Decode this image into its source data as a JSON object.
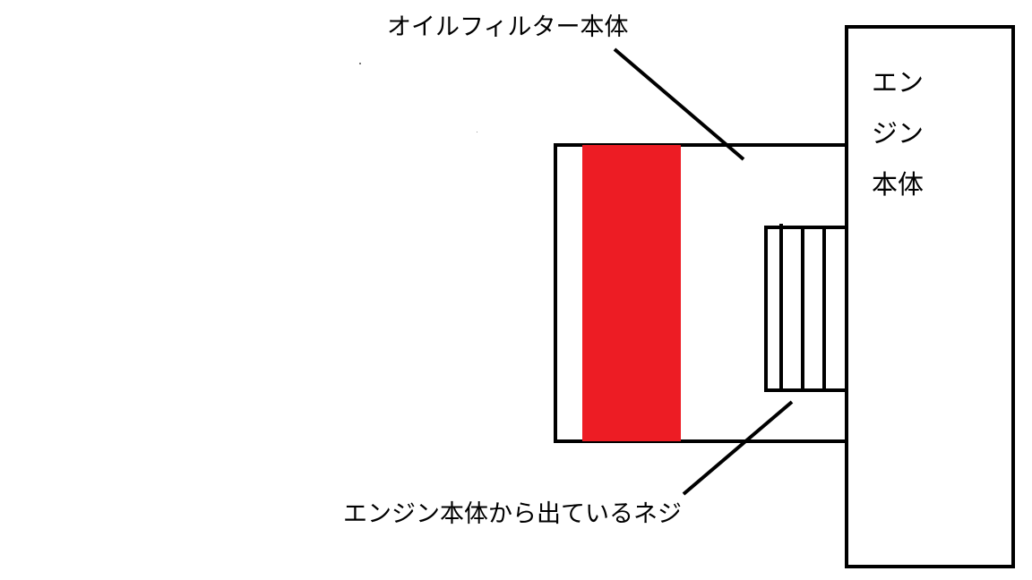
{
  "labels": {
    "filter_body": "オイルフィルター本体",
    "engine_body": "エンジン本体",
    "engine_bolt": "エンジン本体から出ているネジ"
  },
  "colors": {
    "stroke": "#000000",
    "filter_element": "#ed1c24",
    "background": "#ffffff"
  }
}
